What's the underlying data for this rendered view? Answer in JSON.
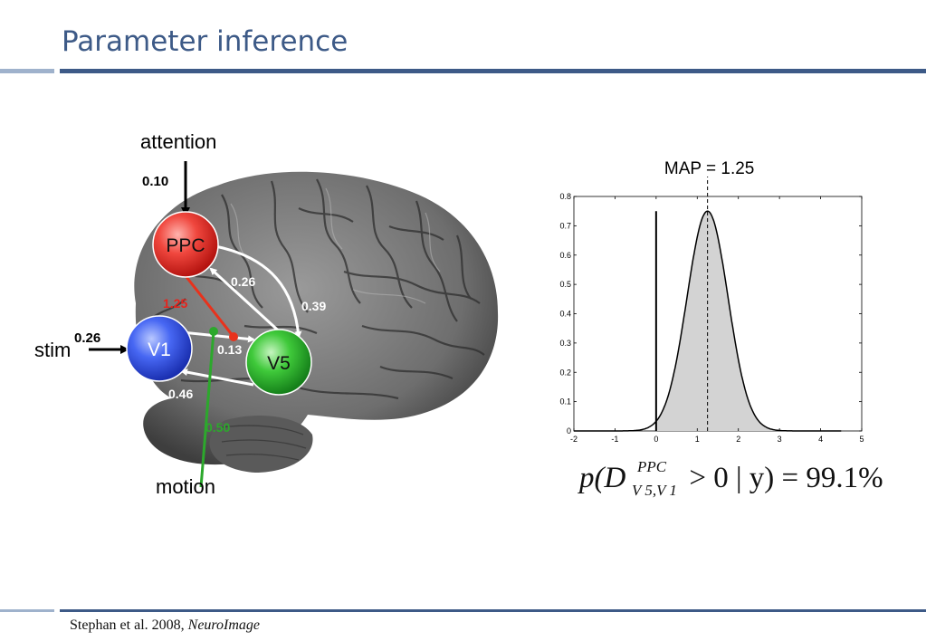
{
  "slide": {
    "title": "Parameter inference",
    "footer_citation": "Stephan et al. 2008,",
    "footer_journal": "NeuroImage"
  },
  "diagram": {
    "labels": {
      "attention": "attention",
      "stim": "stim",
      "motion": "motion"
    },
    "regions": {
      "ppc": {
        "label": "PPC",
        "color": "#e8231c"
      },
      "v1": {
        "label": "V1",
        "color": "#2b4bf0"
      },
      "v5": {
        "label": "V5",
        "color": "#1fae1f"
      }
    },
    "weights": {
      "attention_input": "0.10",
      "stim_input": "0.26",
      "ppc_to_v1v5_modulation": "1.25",
      "v5_to_ppc": "0.26",
      "ppc_to_v5": "0.39",
      "v1_to_v5": "0.13",
      "v5_to_v1": "0.46",
      "motion_modulation": "0.50"
    }
  },
  "chart_data": {
    "type": "area",
    "title": "MAP = 1.25",
    "xlim": [
      -2,
      5
    ],
    "ylim": [
      0,
      0.8
    ],
    "xticks": [
      "-2",
      "-1",
      "0",
      "1",
      "2",
      "3",
      "4",
      "5"
    ],
    "yticks": [
      "0",
      "0.1",
      "0.2",
      "0.3",
      "0.4",
      "0.5",
      "0.6",
      "0.7",
      "0.8"
    ],
    "distribution": {
      "mean": 1.25,
      "peak": 0.75,
      "support": [
        -2,
        4.5
      ]
    },
    "map_line_x": 1.25,
    "threshold_x": 0,
    "threshold_height": 0.75,
    "fill_color": "#d3d3d3"
  },
  "formula": {
    "lhs": "p(D",
    "superscript": "PPC",
    "subscript": "V 5,V 1",
    "condition": "> 0 | y) = ",
    "value": "99.1%"
  }
}
